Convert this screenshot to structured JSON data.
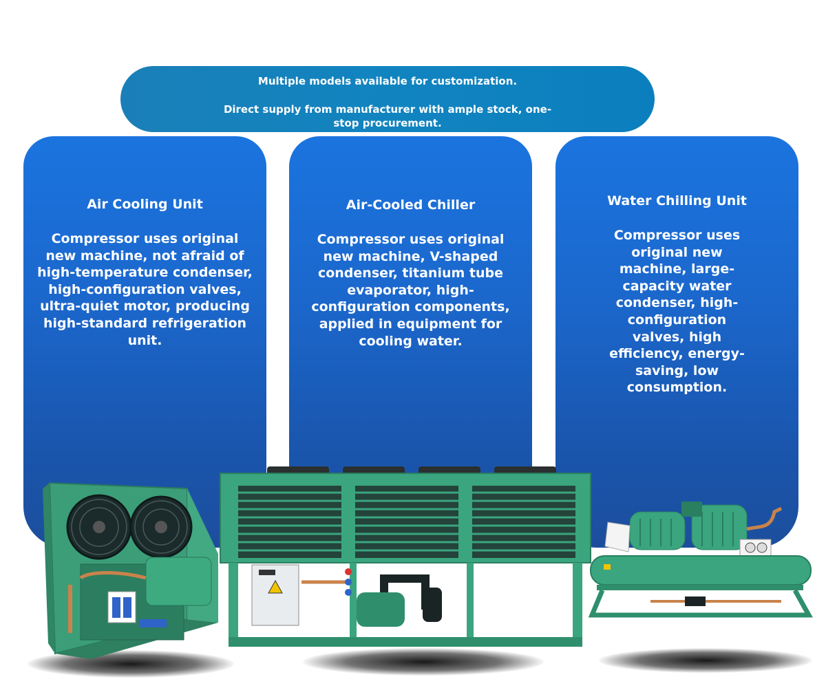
{
  "banner": {
    "line1": "Multiple models available for customization.",
    "line2": "Direct supply from manufacturer with ample stock, one-stop procurement."
  },
  "cards": [
    {
      "title": "Air Cooling Unit",
      "description": "Compressor uses original new machine, not afraid of high-temperature condenser, high-configuration valves, ultra-quiet motor, producing high-standard refrigeration unit."
    },
    {
      "title": "Air-Cooled Chiller",
      "description": "Compressor uses original new machine, V-shaped condenser, titanium tube evaporator, high-configuration components, applied in equipment for cooling water."
    },
    {
      "title": "Water Chilling Unit",
      "description": "Compressor uses original new machine, large-capacity water condenser, high-configuration valves, high efficiency, energy-saving, low consumption."
    }
  ],
  "colors": {
    "banner": "#1184c0",
    "card_top": "#1b74df",
    "card_bottom": "#1c4e9c",
    "machine_green": "#3aa57e"
  }
}
